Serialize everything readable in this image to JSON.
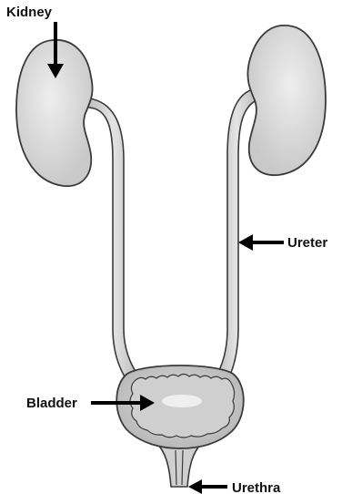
{
  "labels": {
    "kidney": "Kidney",
    "ureter": "Ureter",
    "bladder": "Bladder",
    "urethra": "Urethra"
  },
  "colors": {
    "outline": "#3a3a3a",
    "organ_fill": "#d6d6d6",
    "organ_highlight": "#ececec",
    "bladder_inner": "#c4c4c4",
    "arrow": "#000000",
    "text": "#111111"
  }
}
